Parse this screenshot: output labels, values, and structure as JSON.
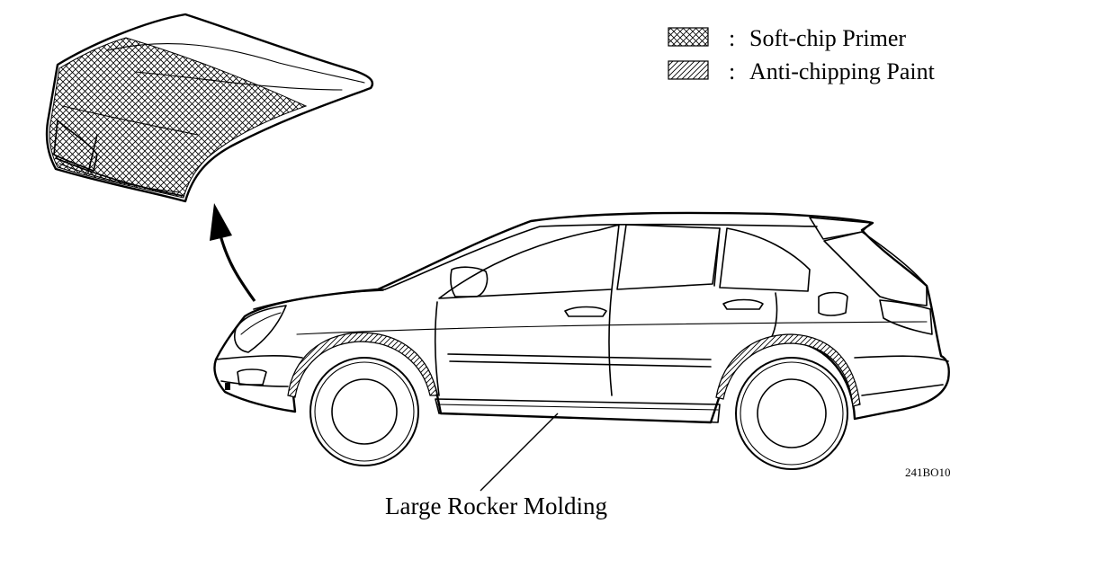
{
  "legend": {
    "items": [
      {
        "swatch": "crosshatch",
        "separator": ":",
        "label": "Soft-chip Primer"
      },
      {
        "swatch": "diagonal-hatch",
        "separator": ":",
        "label": "Anti-chipping Paint"
      }
    ]
  },
  "callout": {
    "label": "Large Rocker Molding"
  },
  "figure_code": "241BO10",
  "colors": {
    "ink": "#000000",
    "background": "#ffffff"
  }
}
